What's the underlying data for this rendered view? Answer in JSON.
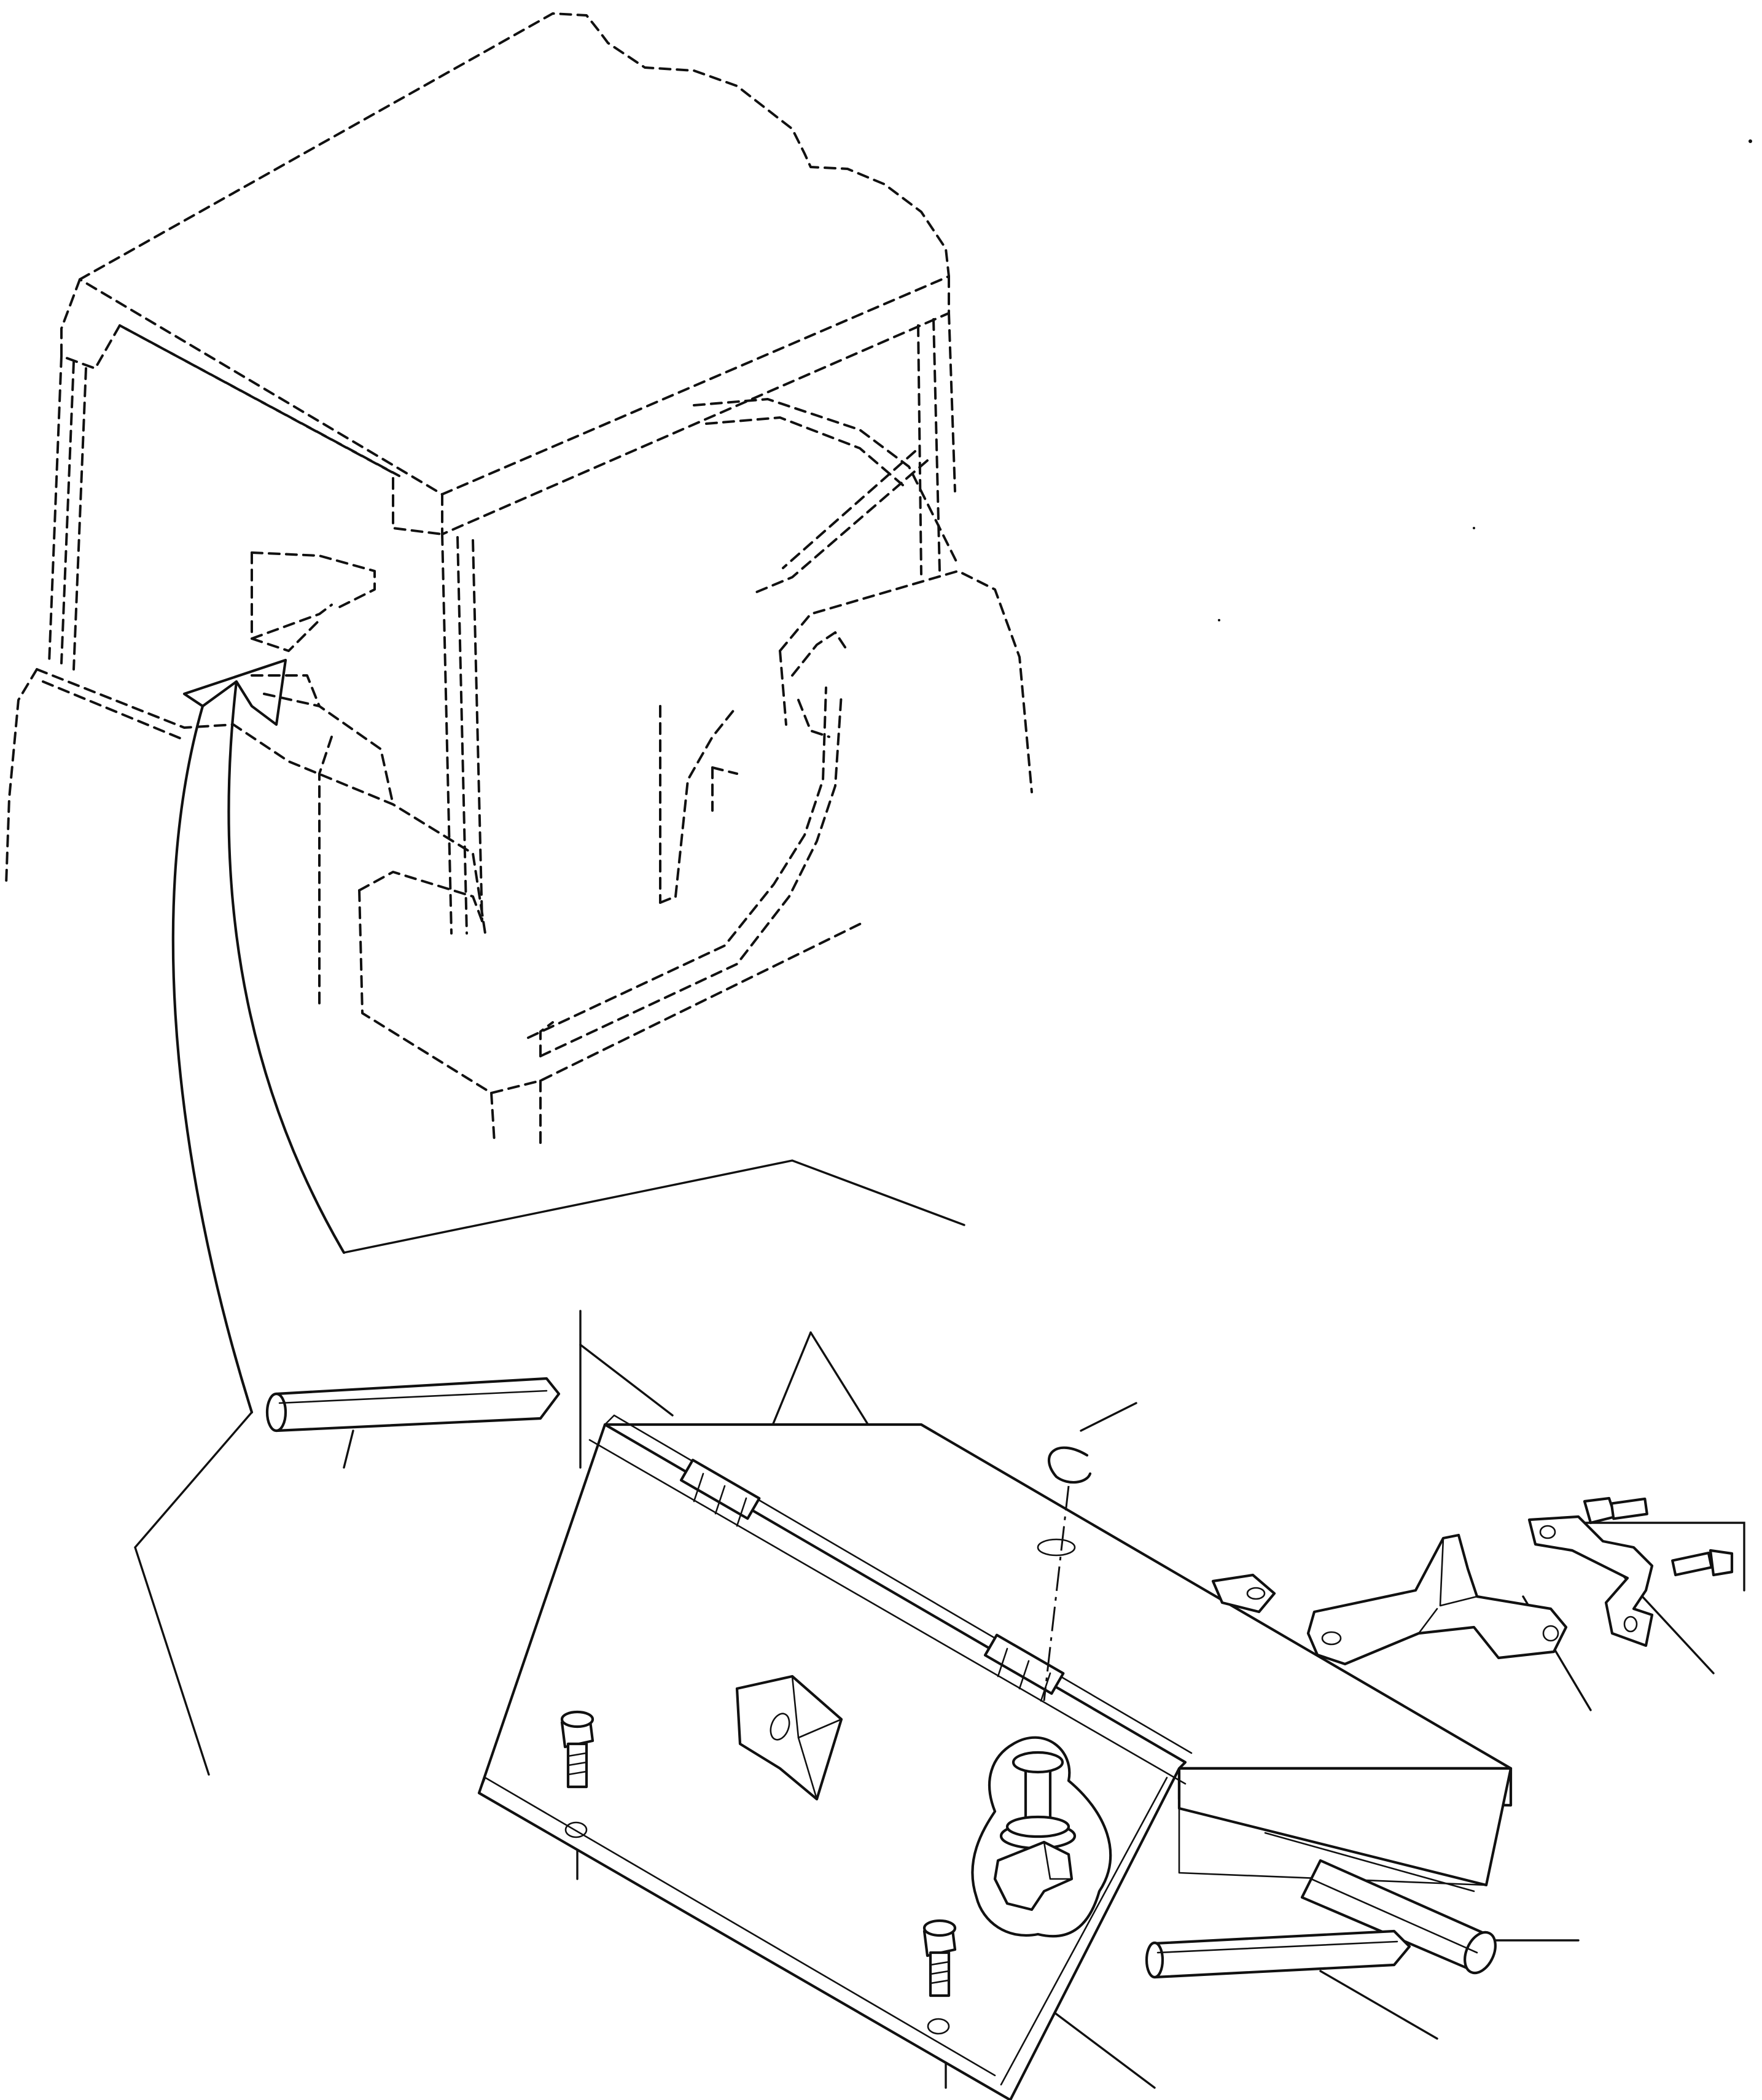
{
  "figure": {
    "kind": "exploded parts illustration",
    "colors": {
      "ink": "#111111",
      "paper": "#ffffff"
    },
    "components": [
      {
        "id": "cab",
        "style": "dashed outline"
      },
      {
        "id": "locator-arrow",
        "style": "curved arrow into cab recess"
      },
      {
        "id": "cover-panel",
        "style": "hinged cover plate"
      },
      {
        "id": "hinge-top",
        "style": "hinge knuckles"
      },
      {
        "id": "latch-handle",
        "style": "T-handle latch with breakout"
      },
      {
        "id": "retaining-clip",
        "style": "C-clip"
      },
      {
        "id": "bracket-arm",
        "style": "formed bracket"
      },
      {
        "id": "u-clamp",
        "style": "U-clamp"
      },
      {
        "id": "clamp-bolts",
        "style": "2 flange bolts"
      },
      {
        "id": "panel-bolts",
        "style": "2 flange bolts with washers"
      },
      {
        "id": "seal-strips",
        "style": "3 rubber seal strips"
      }
    ],
    "callout_leaders": 12
  }
}
